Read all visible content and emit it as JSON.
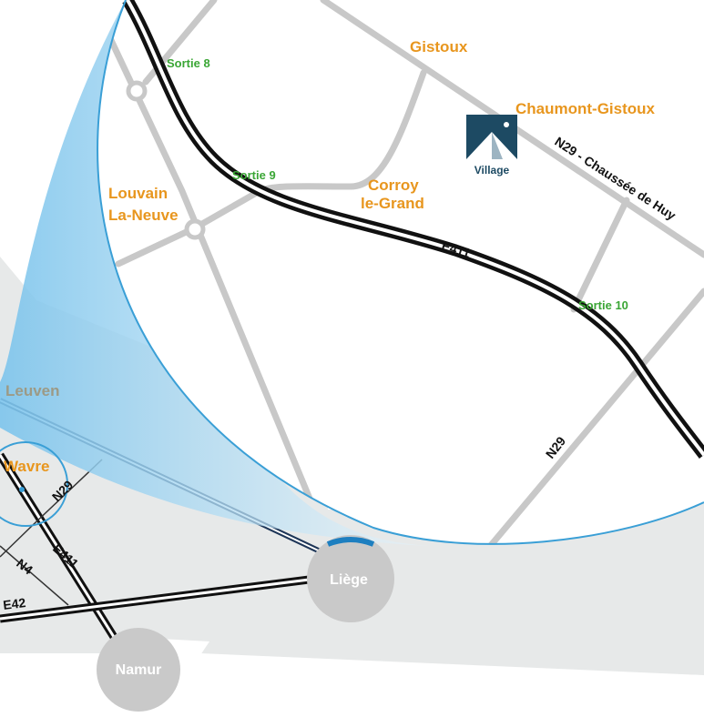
{
  "colors": {
    "town": "#e8961e",
    "exit": "#3aa635",
    "leuven": "#9c9a86",
    "circle_stroke": "#3a9fd6",
    "road_gray": "#c8c8c8",
    "land_gray": "#e7e9e9",
    "city_bubble": "#c9c9c9",
    "logo_bg": "#1d4a63"
  },
  "map": {
    "towns": {
      "gistoux": "Gistoux",
      "chaumont": "Chaumont-Gistoux",
      "corroy_1": "Corroy",
      "corroy_2": "le-Grand",
      "louvain_1": "Louvain",
      "louvain_2": "La-Neuve",
      "wavre": "Wavre",
      "leuven": "Leuven"
    },
    "exits": {
      "sortie_8": "Sortie 8",
      "sortie_9": "Sortie 9",
      "sortie_10": "Sortie 10"
    },
    "roads": {
      "n29_chaussee": "N29 - Chaussée de Huy",
      "e411_main": "E411",
      "n29_main": "N29",
      "e411_inset": "E411",
      "n29_inset": "N29",
      "n4": "N4",
      "e42": "E42"
    },
    "cities": {
      "liege": "Liège",
      "namur": "Namur"
    },
    "logo": {
      "text": "Village",
      "icon": "village-logo-icon"
    }
  }
}
